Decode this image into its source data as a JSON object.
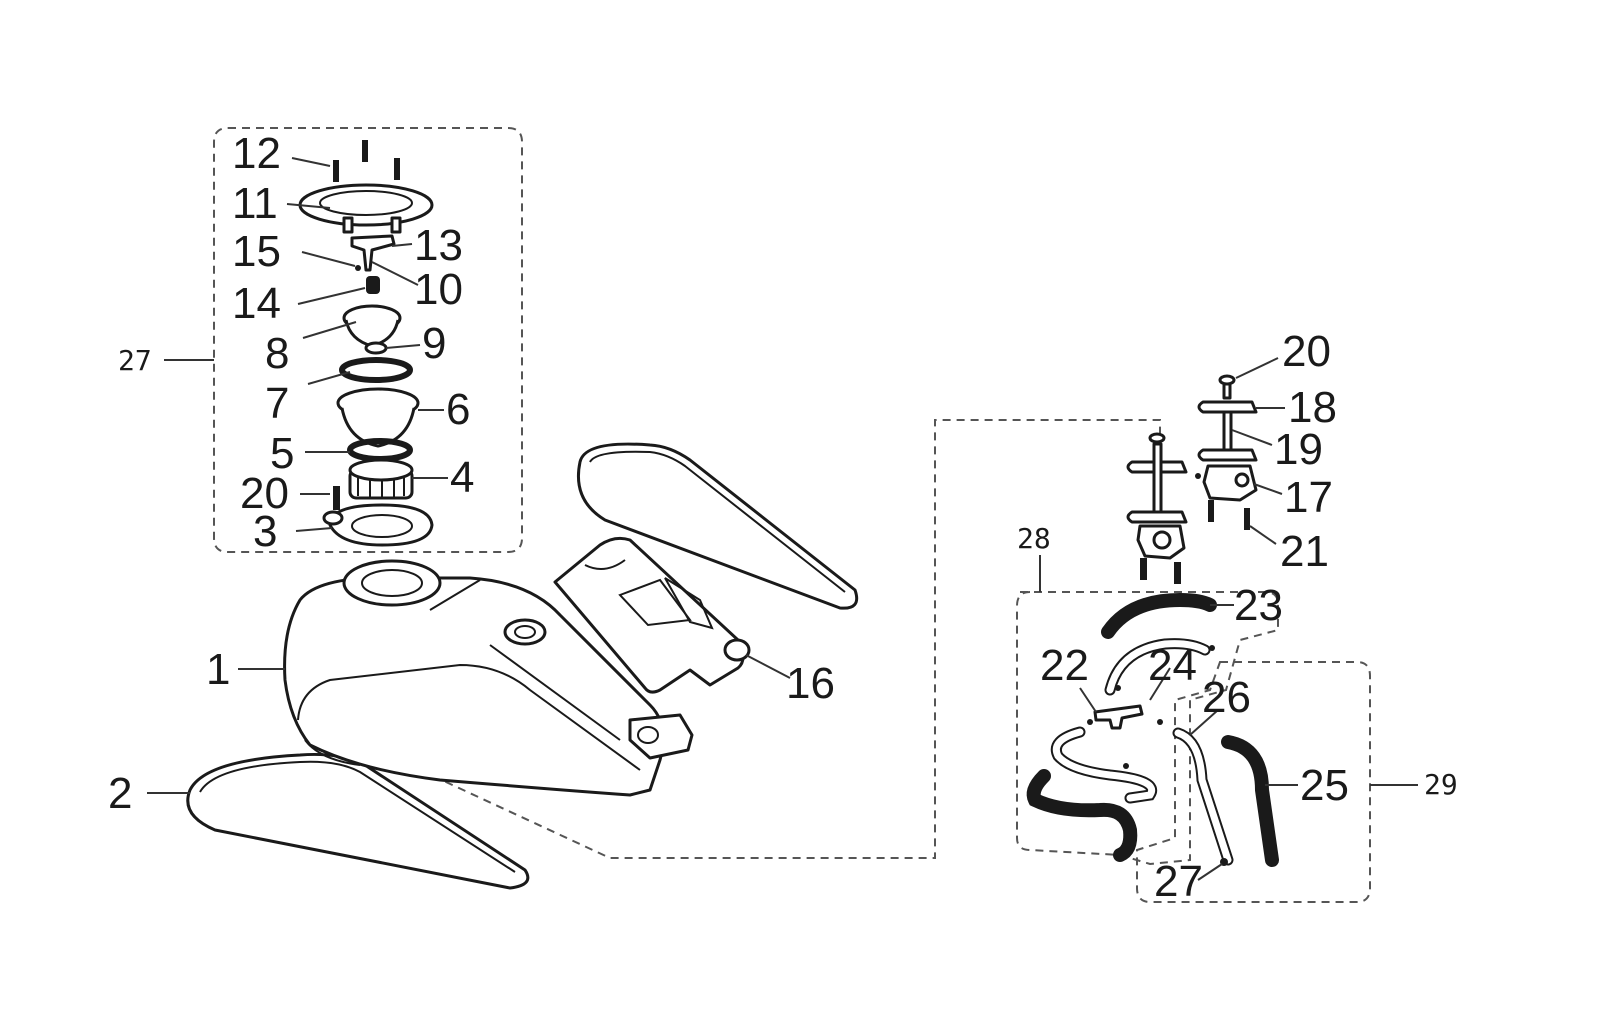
{
  "diagram": {
    "callouts": {
      "c1": "1",
      "c2": "2",
      "c3": "3",
      "c4": "4",
      "c5": "5",
      "c6": "6",
      "c7": "7",
      "c8": "8",
      "c9": "9",
      "c10": "10",
      "c11": "11",
      "c12": "12",
      "c13": "13",
      "c14": "14",
      "c15": "15",
      "c16": "16",
      "c17": "17",
      "c18": "18",
      "c19": "19",
      "c20a": "20",
      "c20b": "20",
      "c21": "21",
      "c22": "22",
      "c23": "23",
      "c24": "24",
      "c25": "25",
      "c26": "26",
      "c27a": "27",
      "c27b": "27",
      "c28": "28",
      "c29": "29"
    }
  }
}
